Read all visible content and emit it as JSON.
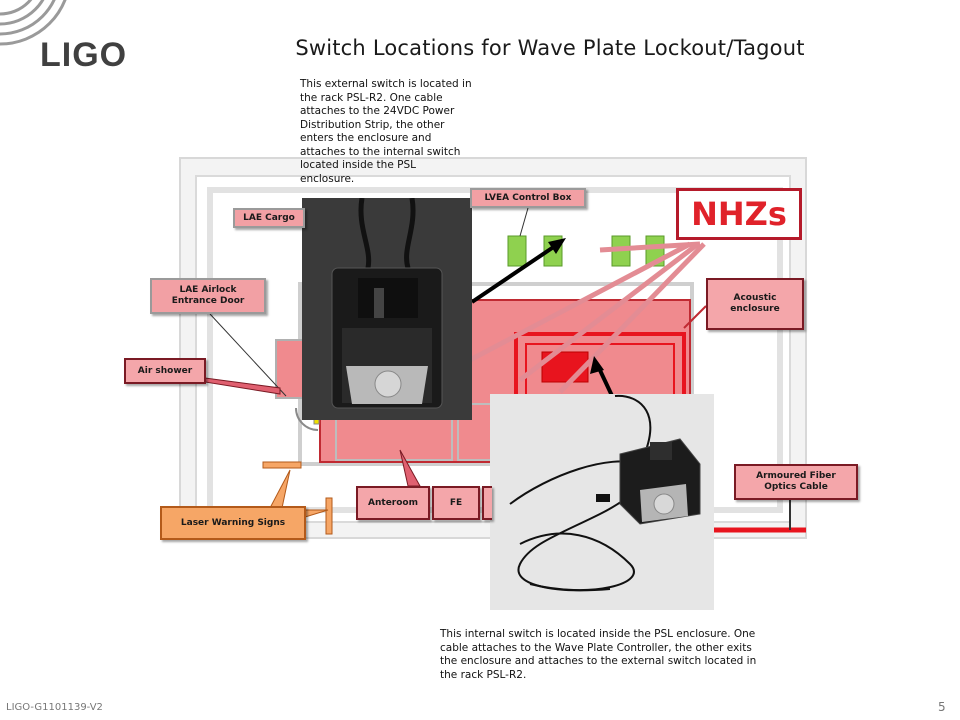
{
  "slide": {
    "title": "Switch Locations for Wave Plate Lockout/Tagout",
    "logo": "LIGO",
    "footer_id": "LIGO-G1101139-V2",
    "page_number": "5"
  },
  "notes": {
    "external_switch": "This external switch is located in the rack PSL-R2. One cable attaches to the 24VDC Power Distribution Strip, the other enters the enclosure and attaches to the internal switch located inside the PSL enclosure.",
    "internal_switch": "This internal switch is located inside the PSL enclosure. One cable attaches to the Wave Plate Controller, the other exits the enclosure and attaches to the external switch located in the rack PSL-R2."
  },
  "callouts": {
    "lae_cargo": "LAE Cargo",
    "lvea_control_box": "LVEA Control Box",
    "lae_airlock": "LAE Airlock Entrance Door",
    "air_shower": "Air shower",
    "acoustic_enclosure": "Acoustic enclosure",
    "armoured_fiber": "Armoured Fiber Optics Cable",
    "laser_warning": "Laser Warning Signs",
    "anteroom": "Anteroom",
    "fe": "FE",
    "nhzs": "NHZs"
  },
  "colors": {
    "callout_fill": "#f4a6aa",
    "callout_border": "#7a1a24",
    "enclosure_red": "#e8141e",
    "room_pink": "#f08a8e",
    "control_box_green": "#8fd14f",
    "warning_orange": "#f6a666"
  }
}
